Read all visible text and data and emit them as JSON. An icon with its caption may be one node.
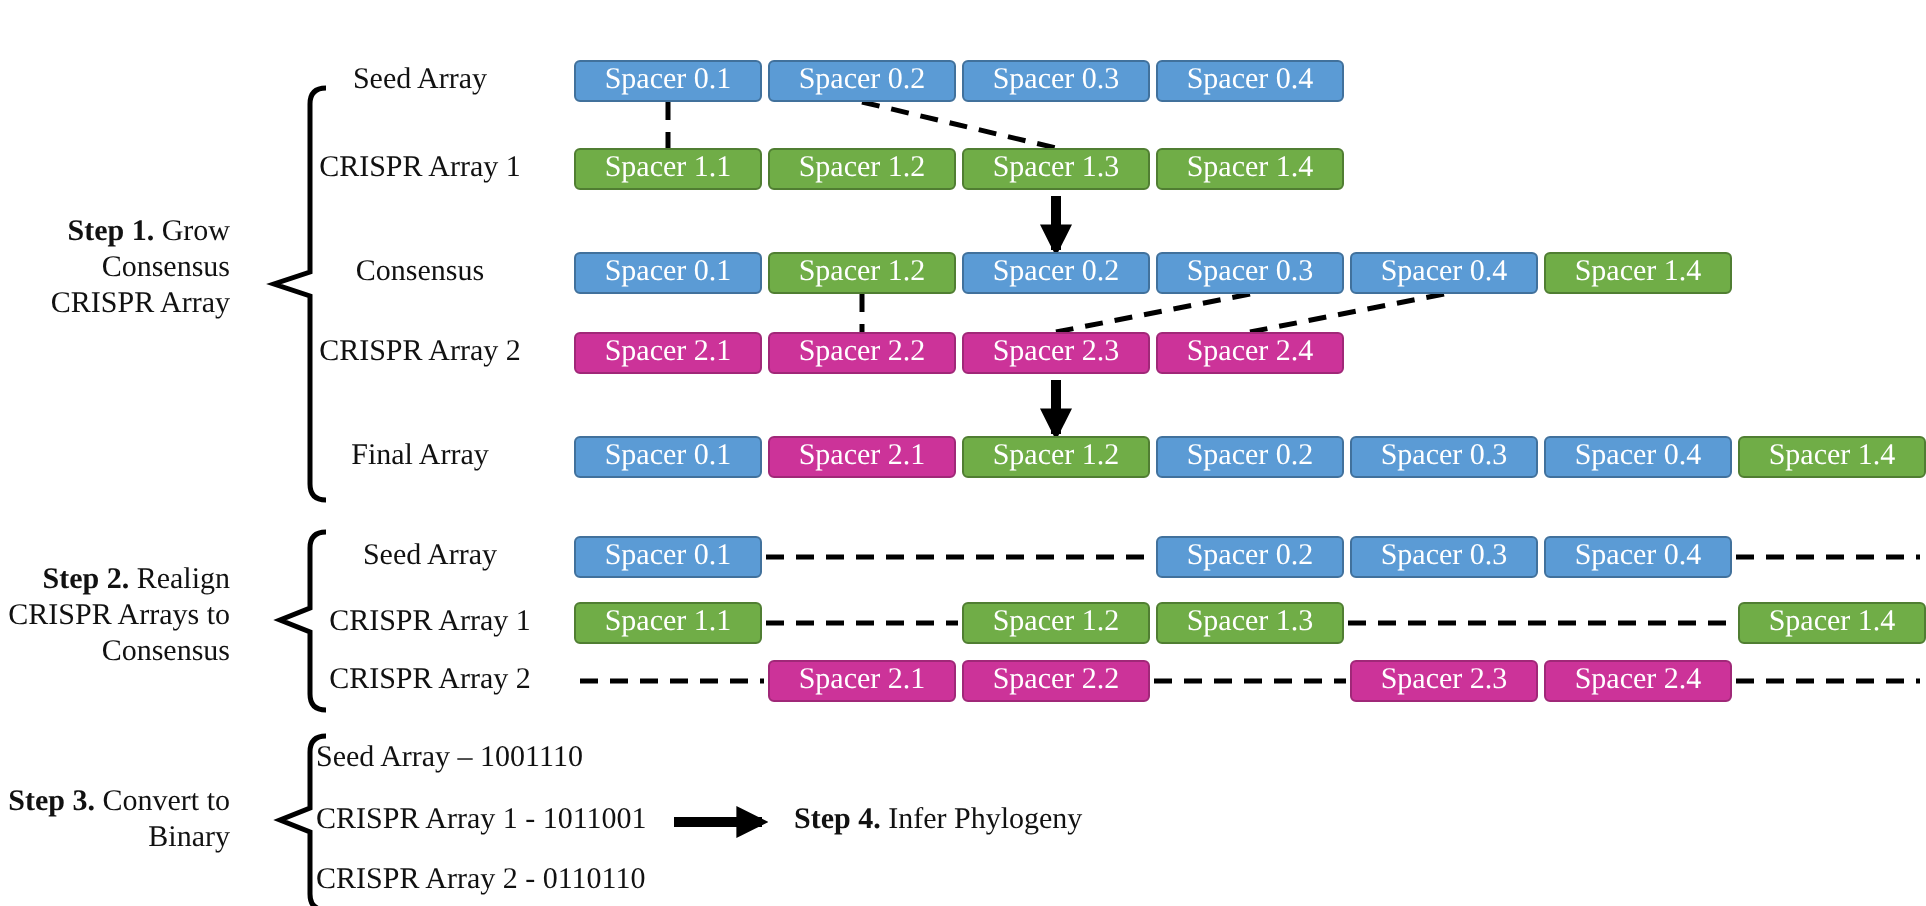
{
  "diagram": {
    "nodes": [
      {
        "text": [
          "Spacer 0.1"
        ]
      },
      {
        "text": [
          "Spacer 0.2"
        ]
      },
      {
        "text": [
          "Spacer 0.3"
        ]
      },
      {
        "text": [
          "Spacer 0.4"
        ]
      },
      {
        "text": [
          "Spacer 1.1"
        ]
      },
      {
        "text": [
          "Spacer 1.2"
        ]
      },
      {
        "text": [
          "Spacer 1.3"
        ]
      },
      {
        "text": [
          "Spacer 1.4"
        ]
      },
      {
        "text": [
          "Spacer 0.1"
        ]
      },
      {
        "text": [
          "Spacer 1.2"
        ]
      },
      {
        "text": [
          "Spacer 0.2"
        ]
      },
      {
        "text": [
          "Spacer 0.3"
        ]
      },
      {
        "text": [
          "Spacer 0.4"
        ]
      },
      {
        "text": [
          "Spacer 1.4"
        ]
      },
      {
        "text": [
          "Spacer 2.1"
        ]
      },
      {
        "text": [
          "Spacer 2.2"
        ]
      },
      {
        "text": [
          "Spacer 2.3"
        ]
      },
      {
        "text": [
          "Spacer 2.4"
        ]
      },
      {
        "text": [
          "Spacer 0.1"
        ]
      },
      {
        "text": [
          "Spacer 2.1"
        ]
      },
      {
        "text": [
          "Spacer 1.2"
        ]
      },
      {
        "text": [
          "Spacer 0.2"
        ]
      },
      {
        "text": [
          "Spacer 0.3"
        ]
      },
      {
        "text": [
          "Spacer 0.4"
        ]
      },
      {
        "text": [
          "Spacer 1.4"
        ]
      },
      {
        "text": [
          "Spacer 0.1"
        ]
      },
      {
        "text": [
          "Spacer 0.2"
        ]
      },
      {
        "text": [
          "Spacer 0.3"
        ]
      },
      {
        "text": [
          "Spacer 0.4"
        ]
      },
      {
        "text": [
          "Spacer 1.1"
        ]
      },
      {
        "text": [
          "Spacer 1.2"
        ]
      },
      {
        "text": [
          "Spacer 1.3"
        ]
      },
      {
        "text": [
          "Spacer 1.4"
        ]
      },
      {
        "text": [
          "Spacer 2.1"
        ]
      },
      {
        "text": [
          "Spacer 2.2"
        ]
      },
      {
        "text": [
          "Spacer 2.3"
        ]
      },
      {
        "text": [
          "Spacer 2.4"
        ]
      },
      {
        "text": [
          "CRISPR Array 1 - 1011001"
        ]
      },
      {
        "text": [
          "**Step 4.** Infer Phylogeny"
        ]
      }
    ],
    "edges": [
      {
        "from": 0,
        "to": 4,
        "arrow": "none",
        "style": "dashed"
      },
      {
        "from": 1,
        "to": 6,
        "arrow": "none",
        "style": "dashed"
      },
      {
        "from": 6,
        "to": 10,
        "arrow": "to",
        "style": "thick"
      },
      {
        "from": 9,
        "to": 15,
        "arrow": "none",
        "style": "dashed"
      },
      {
        "from": 11,
        "to": 16,
        "arrow": "none",
        "style": "dashed"
      },
      {
        "from": 12,
        "to": 17,
        "arrow": "none",
        "style": "dashed"
      },
      {
        "from": 16,
        "to": 20,
        "arrow": "to",
        "style": "thick"
      },
      {
        "from": 25,
        "to": 26,
        "arrow": "none",
        "style": "dashed"
      },
      {
        "from": 28,
        "to": null,
        "arrow": "none",
        "style": "dashed"
      },
      {
        "from": 29,
        "to": 30,
        "arrow": "none",
        "style": "dashed"
      },
      {
        "from": 31,
        "to": 32,
        "arrow": "none",
        "style": "dashed"
      },
      {
        "from": null,
        "to": 33,
        "arrow": "none",
        "style": "dashed"
      },
      {
        "from": 34,
        "to": 35,
        "arrow": "none",
        "style": "dashed"
      },
      {
        "from": 36,
        "to": null,
        "arrow": "none",
        "style": "dashed"
      },
      {
        "from": 37,
        "to": 38,
        "arrow": "to",
        "style": "thick"
      }
    ],
    "labels": [
      "**Step 1.** Grow Consensus CRISPR Array",
      "Seed Array",
      "CRISPR Array 1",
      "Consensus",
      "CRISPR Array 2",
      "Final Array",
      "**Step 2.** Realign CRISPR Arrays to Consensus",
      "Seed Array",
      "CRISPR Array 1",
      "CRISPR Array 2",
      "**Step 3.** Convert to Binary",
      "Seed Array – 1001110",
      "CRISPR Array 2 - 0110110"
    ]
  }
}
